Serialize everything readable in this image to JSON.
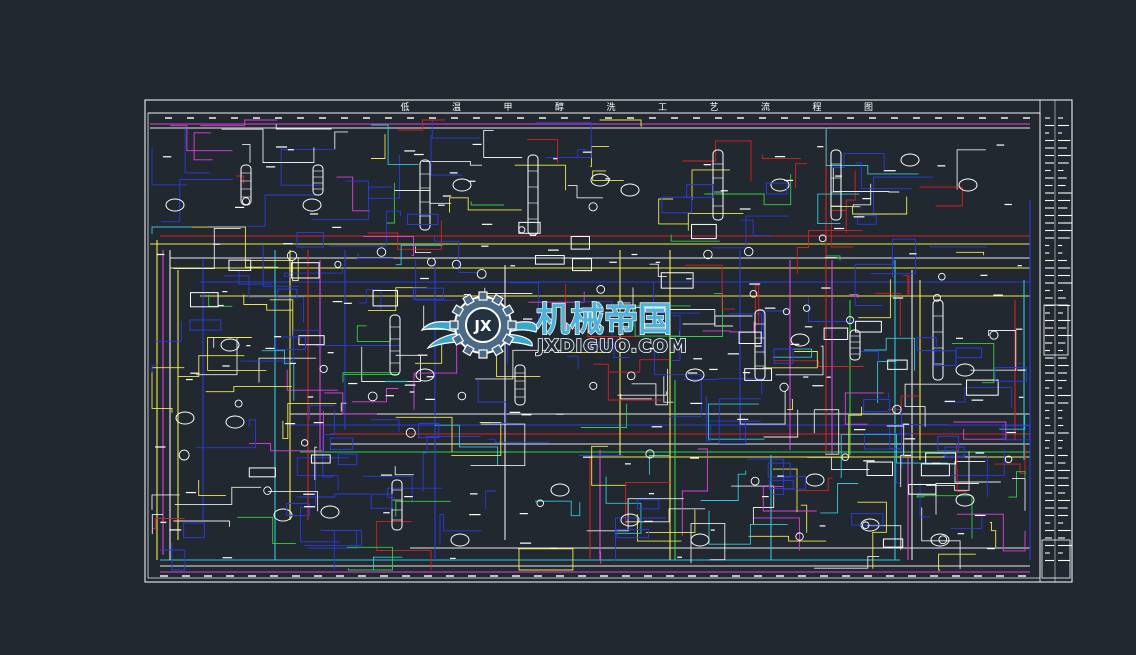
{
  "drawing": {
    "title_chars": [
      "低",
      "温",
      "甲",
      "醇",
      "洗",
      "工",
      "艺",
      "流",
      "程",
      "图"
    ],
    "background_color": "#212830",
    "frame_color": "#ffffff",
    "line_colors": {
      "yellow": "#f0e84a",
      "magenta": "#e040e0",
      "blue": "#2b3bd8",
      "white": "#e8e8e8",
      "red": "#d82020",
      "green": "#30d040",
      "cyan": "#30c8d8"
    }
  },
  "watermark": {
    "badge_text": "JX",
    "name_cn": "机械帝国",
    "domain": "JXDIGUO.COM",
    "icon": "gear-wings-logo-icon"
  }
}
